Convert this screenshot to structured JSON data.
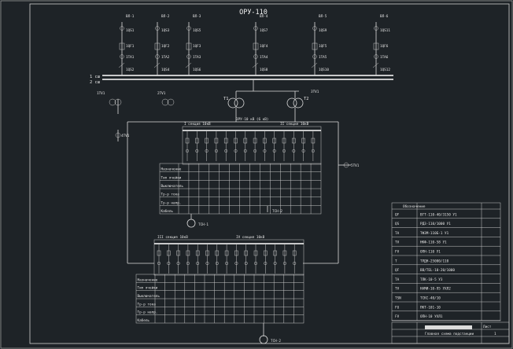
{
  "drawing": {
    "title": "ОРУ-110",
    "bus_label": "1 сш",
    "bus2_label": "2 сш",
    "feeders": [
      {
        "name": "ВЛ-1",
        "sw": "1QS1",
        "qf": "1QF1",
        "ct": "1TA1",
        "ds": "1QS2"
      },
      {
        "name": "ВЛ-2",
        "sw": "1QS3",
        "qf": "1QF2",
        "ct": "1TA2",
        "ds": "1QS4"
      },
      {
        "name": "ВЛ-3",
        "sw": "1QS5",
        "qf": "1QF3",
        "ct": "1TA3",
        "ds": "1QS6"
      },
      {
        "name": "ВЛ-4",
        "sw": "1QS7",
        "qf": "1QF4",
        "ct": "1TA4",
        "ds": "1QS8"
      },
      {
        "name": "ВЛ-5",
        "sw": "1QS9",
        "qf": "1QF5",
        "ct": "1TA5",
        "ds": "1QS10"
      },
      {
        "name": "ВЛ-6",
        "sw": "1QS11",
        "qf": "1QF6",
        "ct": "1TA6",
        "ds": "1QS12"
      }
    ],
    "transformers": [
      {
        "name": "T1"
      },
      {
        "name": "T2"
      }
    ],
    "lv_bus_label": "ЗРУ-10 кВ (6 кВ)",
    "lv_section1": "I секция 10кВ",
    "lv_section2": "II секция 10кВ",
    "tsn1": "ТСН-1",
    "tsn2": "ТСН-2",
    "vt_labels": [
      "1TV1",
      "2TV1",
      "3TV1",
      "4TV1",
      "5TV1"
    ],
    "table_rows": [
      "Назначение",
      "Тип ячейки",
      "Выключатель",
      "Тр-р тока",
      "Тр-р напр.",
      "Кабель"
    ],
    "lower_section1": "III секция 10кВ",
    "lower_section2": "IV секция 10кВ"
  },
  "legend": {
    "header": "Обозначение",
    "rows": [
      {
        "code": "QF",
        "text": "ВГТ-110-40/3150 У1"
      },
      {
        "code": "QS",
        "text": "РДЗ-110/1000 У1"
      },
      {
        "code": "TA",
        "text": "ТФЗМ-110Б-1 У1"
      },
      {
        "code": "TV",
        "text": "НКФ-110-58 У1"
      },
      {
        "code": "FV",
        "text": "ОПН-110 У1"
      },
      {
        "code": "T",
        "text": "ТРДН-25000/110"
      },
      {
        "code": "QF",
        "text": "ВВ/TEL-10-20/1000"
      },
      {
        "code": "TA",
        "text": "ТЛК-10-5 У3"
      },
      {
        "code": "TV",
        "text": "НАМИ-10-95 УХЛ2"
      },
      {
        "code": "TSN",
        "text": "ТСКС-40/10"
      },
      {
        "code": "FU",
        "text": "ПКТ-101-10"
      },
      {
        "code": "FV",
        "text": "ОПН-10 УХЛ1"
      }
    ]
  },
  "stamp": {
    "sheet": "Лист",
    "sheet_num": "1",
    "title": "Главная схема подстанции"
  }
}
